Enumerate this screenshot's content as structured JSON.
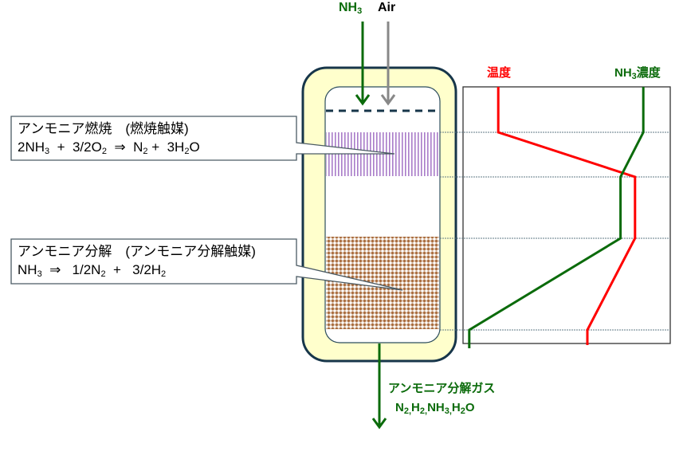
{
  "feeds": {
    "nh3": {
      "label": "NH",
      "sub": "3",
      "color": "#0b6b0b"
    },
    "air": {
      "label": "Air",
      "color": "#000000",
      "arrow_color": "#888888"
    }
  },
  "callouts": [
    {
      "title": "アンモニア燃焼　(燃焼触媒)",
      "equation": [
        {
          "t": "2NH"
        },
        {
          "s": "3"
        },
        {
          "t": "  +  3/2O"
        },
        {
          "s": "2"
        },
        {
          "t": "  ⇒  N"
        },
        {
          "s": "2"
        },
        {
          "t": " +  3H"
        },
        {
          "s": "2"
        },
        {
          "t": "O"
        }
      ],
      "catalyst": "combustion",
      "pattern_color": "#a97cc9"
    },
    {
      "title": "アンモニア分解　(アンモニア分解触媒)",
      "equation": [
        {
          "t": "NH"
        },
        {
          "s": "3"
        },
        {
          "t": "  ⇒   1/2N"
        },
        {
          "s": "2"
        },
        {
          "t": "  +   3/2H"
        },
        {
          "s": "2"
        }
      ],
      "catalyst": "decomposition",
      "pattern_color": "#a86a3a"
    }
  ],
  "output": {
    "title": "アンモニア分解ガス",
    "species": [
      {
        "t": "N"
      },
      {
        "s": "2,"
      },
      {
        "t": "H"
      },
      {
        "s": "2,"
      },
      {
        "t": "NH"
      },
      {
        "s": "3,"
      },
      {
        "t": "H"
      },
      {
        "s": "2"
      },
      {
        "t": "O"
      }
    ],
    "color": "#0b6b0b"
  },
  "colors": {
    "vessel_fill": "#ffffcc",
    "vessel_stroke": "#17364a",
    "temperature": "#ff0000",
    "nh3": "#0b6b0b",
    "grid": "#5f7a86"
  },
  "chart_data": {
    "type": "line",
    "title": "",
    "xlabel": "",
    "ylabel": "",
    "legend": [
      {
        "name": "温度",
        "color": "#ff0000",
        "placement": "top-left"
      },
      {
        "name": "NH₃濃度",
        "name_parts": [
          {
            "t": "NH"
          },
          {
            "s": "3"
          },
          {
            "t": "濃度"
          }
        ],
        "color": "#0b6b0b",
        "placement": "top-right"
      }
    ],
    "y_stages": [
      "inlet",
      "combustion_top",
      "combustion_bottom",
      "decomposition_top",
      "decomposition_bottom",
      "outlet"
    ],
    "series": [
      {
        "name": "温度",
        "color": "#ff0000",
        "points": [
          {
            "stage": "inlet",
            "value": 0.17
          },
          {
            "stage": "combustion_top",
            "value": 0.17
          },
          {
            "stage": "combustion_bottom",
            "value": 0.83
          },
          {
            "stage": "decomposition_top",
            "value": 0.83
          },
          {
            "stage": "decomposition_bottom",
            "value": 0.6
          },
          {
            "stage": "outlet",
            "value": 0.6
          }
        ]
      },
      {
        "name": "NH3濃度",
        "color": "#0b6b0b",
        "points": [
          {
            "stage": "inlet",
            "value": 0.87
          },
          {
            "stage": "combustion_top",
            "value": 0.87
          },
          {
            "stage": "combustion_bottom",
            "value": 0.76
          },
          {
            "stage": "decomposition_top",
            "value": 0.76
          },
          {
            "stage": "decomposition_bottom",
            "value": 0.03
          },
          {
            "stage": "outlet",
            "value": 0.03
          }
        ]
      }
    ],
    "xlim": [
      0,
      1
    ],
    "grid": true
  }
}
